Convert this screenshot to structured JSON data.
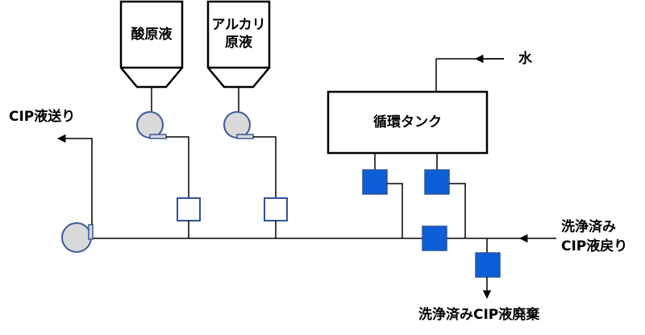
{
  "tanks": {
    "acid": "酸原液",
    "alkali_line1": "アルカリ",
    "alkali_line2": "原液",
    "circulation": "循環タンク"
  },
  "labels": {
    "water": "水",
    "cip_send": "CIP液送り",
    "return_line1": "洗浄済み",
    "return_line2": "CIP液戻り",
    "waste": "洗浄済みCIP液廃棄"
  },
  "colors": {
    "pump_fill": "#d9d9d9",
    "pump_stroke": "#3b5a9a",
    "valve_blue": "#0b5ed7",
    "valve_outline": "#2f5597",
    "line": "#000000"
  }
}
